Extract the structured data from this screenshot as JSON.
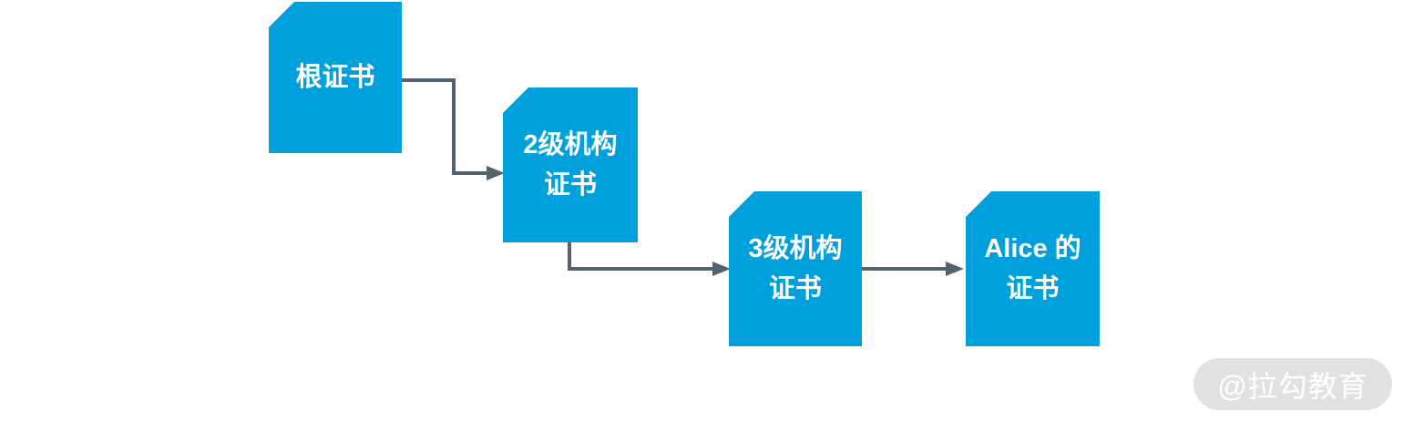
{
  "diagram": {
    "title_semantic": "certificate-chain",
    "background": "#ffffff",
    "node_fill": "#00a0dd",
    "node_text_color": "#ffffff",
    "arrow_color": "#56616e",
    "nodes": [
      {
        "id": "root",
        "label": "根证书"
      },
      {
        "id": "level2",
        "label": "2级机构\n证书"
      },
      {
        "id": "level3",
        "label": "3级机构\n证书"
      },
      {
        "id": "alice",
        "label": "Alice 的\n证书"
      }
    ],
    "edges": [
      {
        "from": "根证书",
        "to": "2级机构证书"
      },
      {
        "from": "2级机构证书",
        "to": "3级机构证书"
      },
      {
        "from": "3级机构证书",
        "to": "Alice 的证书"
      }
    ]
  },
  "watermark": {
    "text": "@拉勾教育",
    "bg": "#e2e2e2",
    "text_color": "#ffffff"
  }
}
